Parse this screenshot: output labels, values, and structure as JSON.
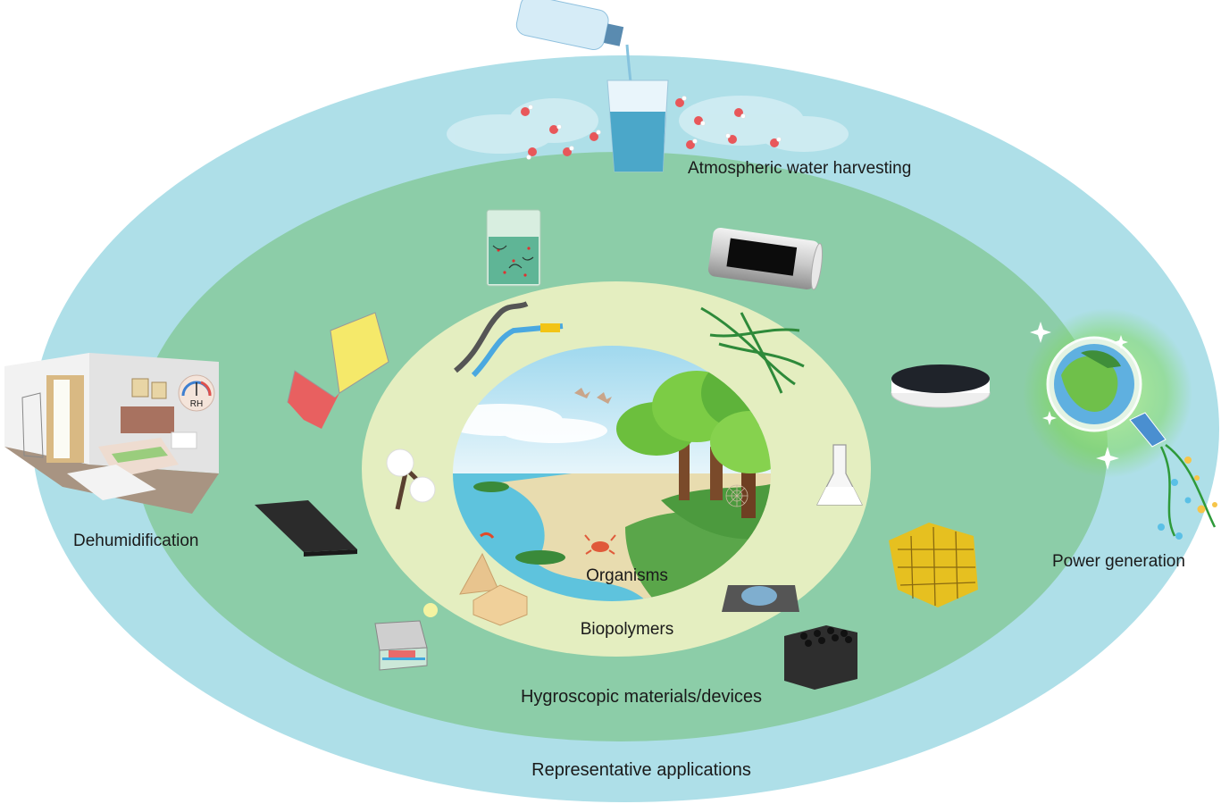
{
  "diagram": {
    "title": "Hygroscopic biopolymers: from organisms to applications",
    "colors": {
      "applications_ring": "#aedfe8",
      "materials_ring": "#8ccda8",
      "biopolymers_ring": "#e4eec0",
      "text": "#1a1a1a"
    },
    "layers": [
      {
        "id": "organisms",
        "label": "Organisms"
      },
      {
        "id": "biopolymers",
        "label": "Biopolymers"
      },
      {
        "id": "materials",
        "label": "Hygroscopic materials/devices"
      },
      {
        "id": "applications",
        "label": "Representative applications"
      }
    ],
    "applications": [
      {
        "id": "awh",
        "label": "Atmospheric water harvesting",
        "icon": "water-glass-icon"
      },
      {
        "id": "dehumid",
        "label": "Dehumidification",
        "icon": "bedroom-icon",
        "gauge_label": "RH"
      },
      {
        "id": "power",
        "label": "Power generation",
        "icon": "lightbulb-earth-icon"
      }
    ],
    "biopolymer_icons": [
      "ribbon-strip-icon",
      "fiber-strands-icon",
      "cotton-plant-icon",
      "flask-icon",
      "wood-blocks-icon",
      "membrane-film-icon"
    ],
    "material_icons": [
      "beaker-gel-icon",
      "cylinder-device-icon",
      "film-sheet-icon",
      "disc-sorbent-icon",
      "panel-sheet-icon",
      "aerogel-foam-icon",
      "solar-device-icon",
      "honeycomb-monolith-icon"
    ],
    "organism_scene": [
      "sky-icon",
      "sea-icon",
      "beach-icon",
      "tree-icon",
      "bird-icon",
      "crab-icon",
      "shrimp-icon",
      "spider-web-icon"
    ]
  }
}
